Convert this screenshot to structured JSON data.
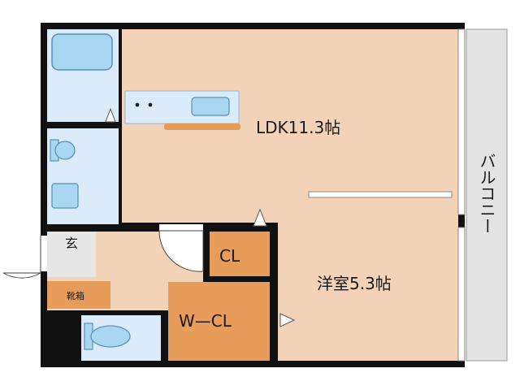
{
  "rooms": {
    "ldk": "LDK11.3帖",
    "western": "洋室5.3帖",
    "closet": "CL",
    "walk_in_closet": "W—CL",
    "entrance": "玄",
    "shoe_box": "靴箱",
    "balcony": "バルコニー"
  },
  "colors": {
    "floor": "#f2d3b8",
    "storage": "#e89c5a",
    "wet_area": "#dcebfa",
    "fixture": "#a9d6f0",
    "fixture_stroke": "#5a8fb6",
    "wall": "#111111",
    "balcony": "#e3e3e3"
  }
}
